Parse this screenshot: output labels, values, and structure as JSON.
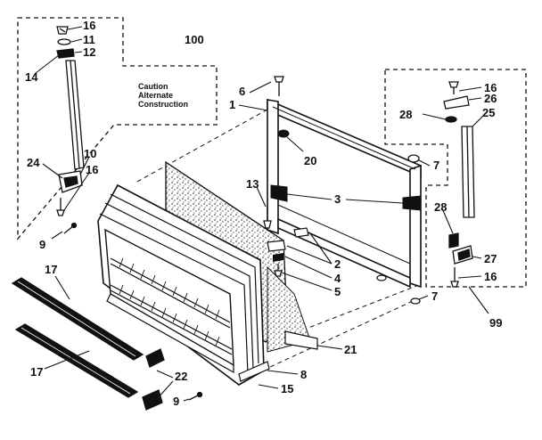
{
  "caution": [
    "Caution",
    "Alternate",
    "Construction"
  ],
  "labels": {
    "l16a": "16",
    "l11": "11",
    "l12": "12",
    "l14": "14",
    "l100": "100",
    "l24": "24",
    "l10": "10",
    "l16b": "16",
    "l9a": "9",
    "l6": "6",
    "l1": "1",
    "l20": "20",
    "l13": "13",
    "l3": "3",
    "l2": "2",
    "l4": "4",
    "l5": "5",
    "l16c": "16",
    "l26": "26",
    "l28a": "28",
    "l25": "25",
    "l7a": "7",
    "l28b": "28",
    "l27": "27",
    "l16d": "16",
    "l7b": "7",
    "l99": "99",
    "l17a": "17",
    "l17b": "17",
    "l22": "22",
    "l9b": "9",
    "l15": "15",
    "l8": "8",
    "l21": "21"
  }
}
